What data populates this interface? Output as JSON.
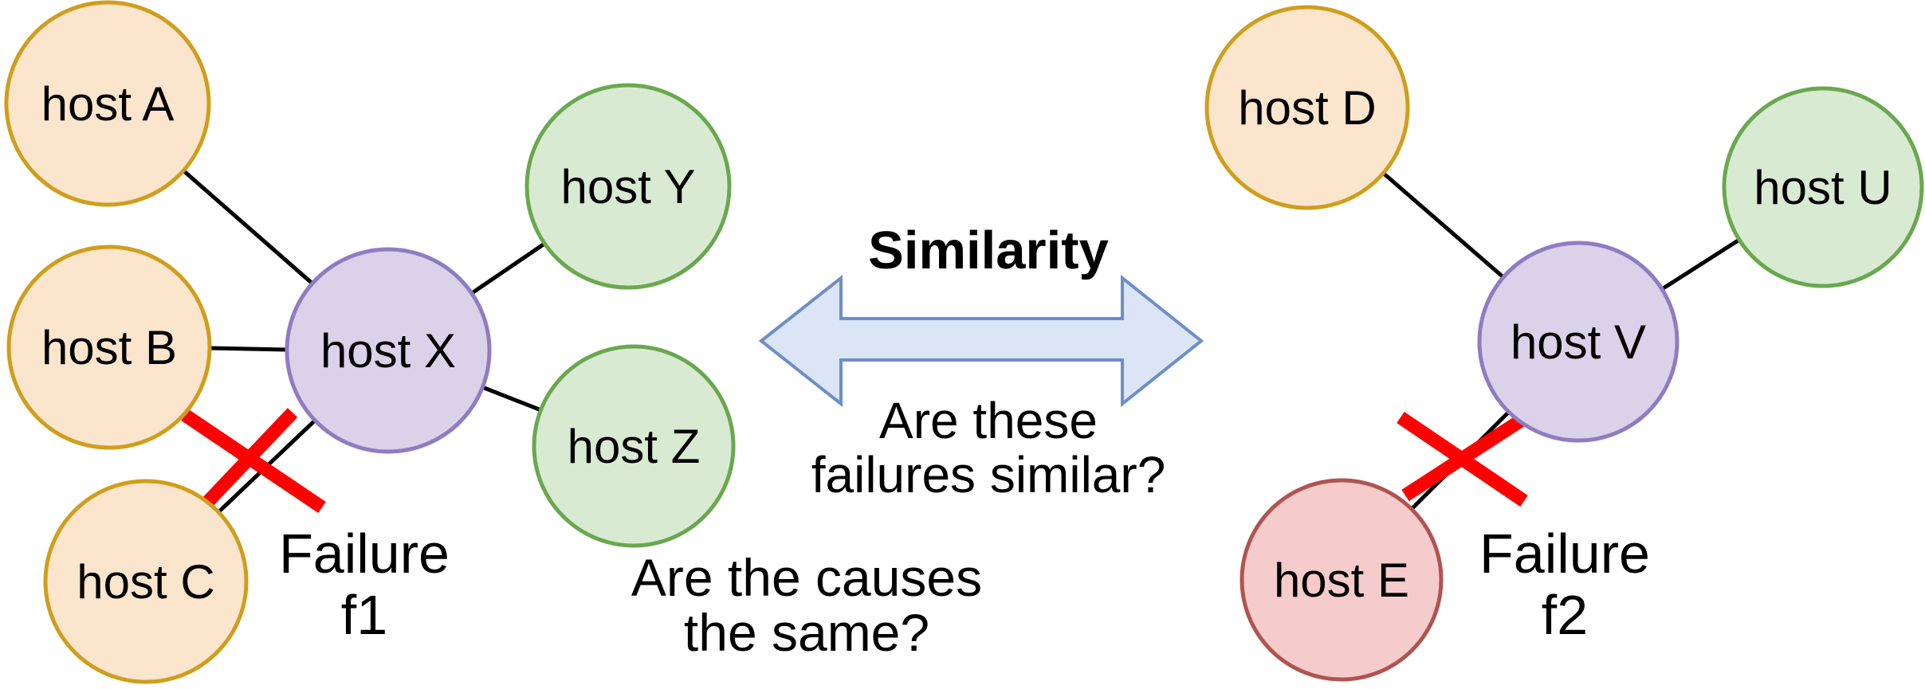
{
  "palette": {
    "edge": "#000000",
    "text": "#000000",
    "failure_x": "#FF0000",
    "orange_fill": "#FCE5CD",
    "orange_stroke": "#D09E1C",
    "green_fill": "#D9EAD3",
    "green_stroke": "#6AA84F",
    "purple_fill": "#DAD2E9",
    "purple_stroke": "#8E7CC3",
    "red_fill": "#F5CBCB",
    "red_stroke": "#B05450",
    "arrow_fill": "#DBE5F6",
    "arrow_stroke": "#6E8EC8"
  },
  "left_graph": {
    "nodes": {
      "a": {
        "label": "host A"
      },
      "b": {
        "label": "host B"
      },
      "c": {
        "label": "host C"
      },
      "x": {
        "label": "host X"
      },
      "y": {
        "label": "host Y"
      },
      "z": {
        "label": "host Z"
      }
    },
    "edges": [
      "host A - host X",
      "host B - host X",
      "host C - host X",
      "host X - host Y",
      "host X - host Z"
    ],
    "failed_edge": "host C - host X",
    "failure_label": {
      "line1": "Failure",
      "line2": "f1"
    }
  },
  "right_graph": {
    "nodes": {
      "d": {
        "label": "host D"
      },
      "u": {
        "label": "host U"
      },
      "v": {
        "label": "host V"
      },
      "e": {
        "label": "host E"
      }
    },
    "edges": [
      "host D - host V",
      "host U - host V",
      "host E - host V"
    ],
    "failed_edge": "host E - host V",
    "failure_label": {
      "line1": "Failure",
      "line2": "f2"
    }
  },
  "center": {
    "heading": "Similarity",
    "question1": {
      "line1": "Are these",
      "line2": "failures similar?"
    },
    "question2": {
      "line1": "Are the causes",
      "line2": "the same?"
    }
  }
}
